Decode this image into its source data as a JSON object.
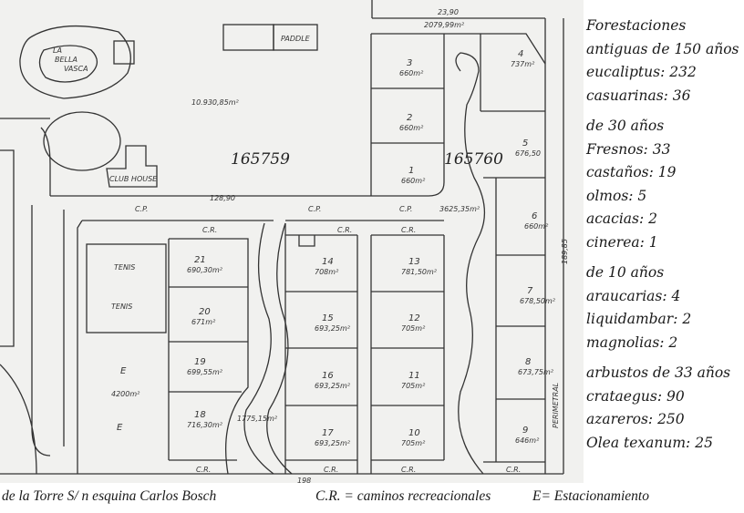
{
  "legend": {
    "groups": [
      {
        "lines": [
          "Forestaciones",
          "antiguas de 150 años",
          "eucaliptus: 232",
          "casuarinas: 36"
        ]
      },
      {
        "lines": [
          "de 30 años",
          "Fresnos: 33",
          "castaños: 19",
          "olmos: 5",
          "acacias: 2",
          " cinerea: 1"
        ]
      },
      {
        "lines": [
          "de 10 años",
          "araucarias: 4",
          "liquidambar: 2",
          "magnolias: 2"
        ]
      },
      {
        "lines": [
          "arbustos de 33 años",
          "crataegus: 90",
          "azareros: 250",
          "Olea texanum: 25"
        ]
      }
    ]
  },
  "caption": {
    "address": "de la Torre S/ n esquina Carlos Bosch",
    "cr_note": "C.R. = caminos recreacionales",
    "e_note": "E= Estacionamiento"
  },
  "map": {
    "parcel_left": "165759",
    "parcel_right": "165760",
    "pool": [
      "LA",
      "BELLA",
      "VASCA"
    ],
    "paddle": "PADDLE",
    "club_house": "CLUB HOUSE",
    "tennis": [
      "TENIS",
      "TENIS"
    ],
    "parking_label": "E",
    "parking_area": "4200m²",
    "left_area": "10.930,85m²",
    "green_area": "1775,15m²",
    "top_area": "2079,99m²",
    "top_width": "23,90",
    "road_area": "3625,35m²",
    "road_length": "128,90",
    "right_length": "189,85",
    "bottom_length": "198",
    "perimetral": "PERIMETRAL",
    "cp": "C.P.",
    "cr": "C.R.",
    "lots": [
      {
        "n": "1",
        "area": "660m²"
      },
      {
        "n": "2",
        "area": "660m²"
      },
      {
        "n": "3",
        "area": "660m²"
      },
      {
        "n": "4",
        "area": "737m²"
      },
      {
        "n": "5",
        "area": "676,50"
      },
      {
        "n": "6",
        "area": "660m²"
      },
      {
        "n": "7",
        "area": "678,50m²"
      },
      {
        "n": "8",
        "area": "673,75m²"
      },
      {
        "n": "9",
        "area": "646m²"
      },
      {
        "n": "10",
        "area": "705m²"
      },
      {
        "n": "11",
        "area": "705m²"
      },
      {
        "n": "12",
        "area": "705m²"
      },
      {
        "n": "13",
        "area": "781,50m²"
      },
      {
        "n": "14",
        "area": "708m²"
      },
      {
        "n": "15",
        "area": "693,25m²"
      },
      {
        "n": "16",
        "area": "693,25m²"
      },
      {
        "n": "17",
        "area": "693,25m²"
      },
      {
        "n": "18",
        "area": "716,30m²"
      },
      {
        "n": "19",
        "area": "699,55m²"
      },
      {
        "n": "20",
        "area": "671m²"
      },
      {
        "n": "21",
        "area": "690,30m²"
      }
    ]
  }
}
